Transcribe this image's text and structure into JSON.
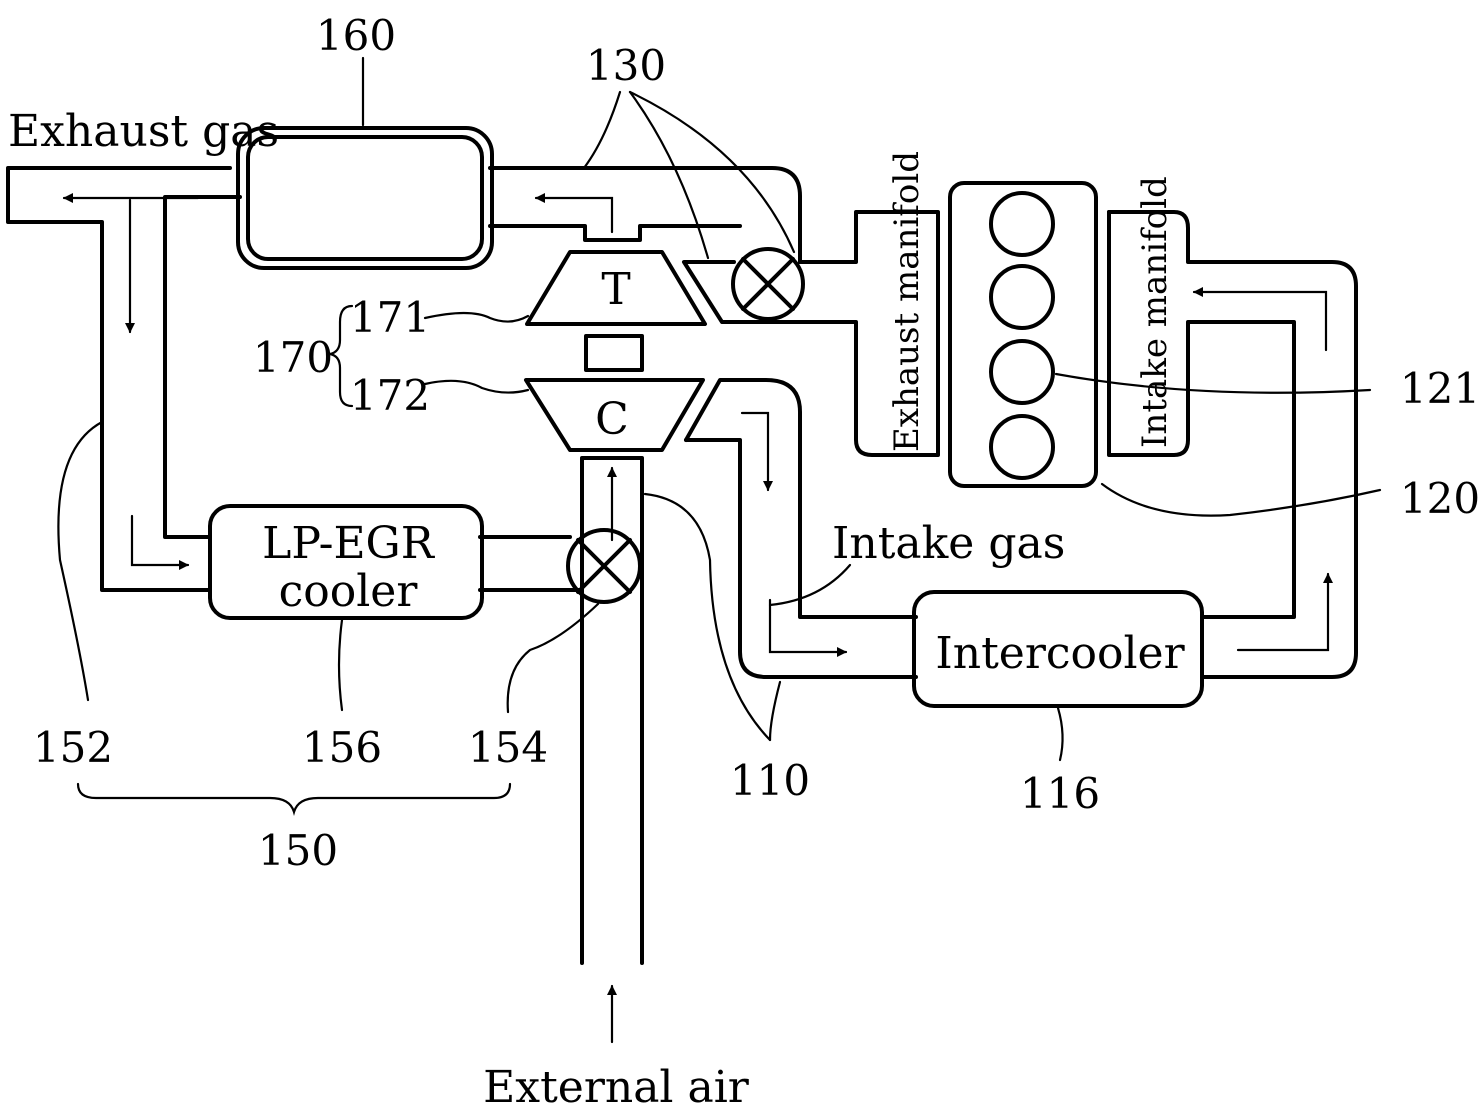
{
  "labels": {
    "exhaust_gas": "Exhaust gas",
    "external_air": "External air",
    "intake_gas": "Intake gas",
    "intercooler": "Intercooler",
    "lp_egr_line1": "LP-EGR",
    "lp_egr_line2": "cooler",
    "turbine": "T",
    "compressor": "C",
    "exhaust_manifold": "Exhaust manifold",
    "intake_manifold": "Intake manifold"
  },
  "refs": {
    "r160": "160",
    "r130": "130",
    "r170": "170",
    "r171": "171",
    "r172": "172",
    "r121": "121",
    "r120": "120",
    "r152": "152",
    "r156": "156",
    "r154": "154",
    "r110": "110",
    "r116": "116",
    "r150": "150"
  }
}
